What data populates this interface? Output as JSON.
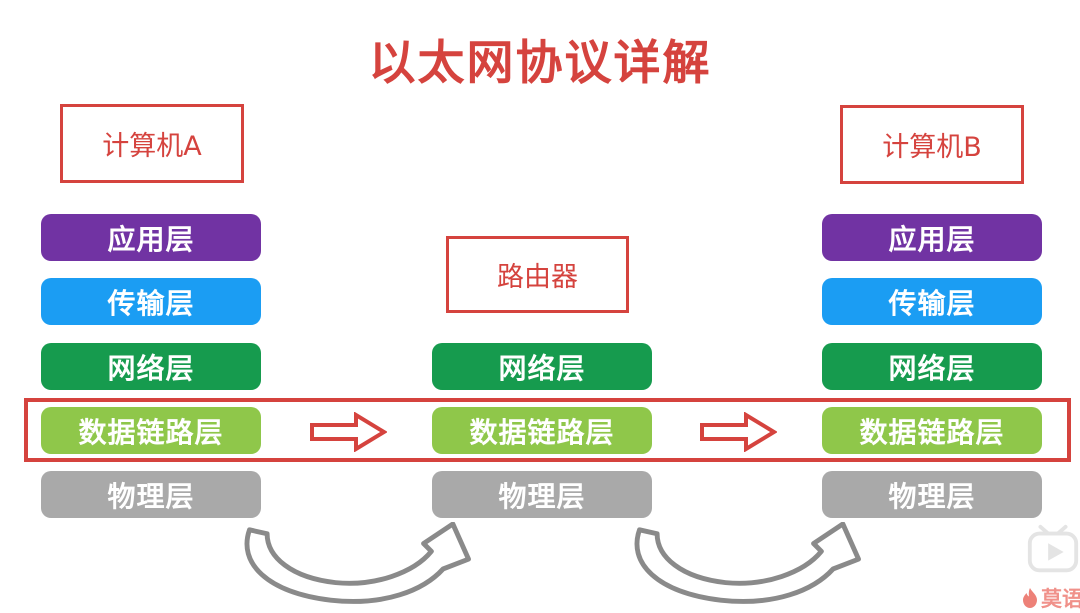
{
  "title": "以太网协议详解",
  "columns": [
    {
      "header": "计算机A",
      "layers": [
        "应用层",
        "传输层",
        "网络层",
        "数据链路层",
        "物理层"
      ]
    },
    {
      "header": "路由器",
      "layers": [
        "网络层",
        "数据链路层",
        "物理层"
      ]
    },
    {
      "header": "计算机B",
      "layers": [
        "应用层",
        "传输层",
        "网络层",
        "数据链路层",
        "物理层"
      ]
    }
  ],
  "watermark": {
    "text": "莫语"
  },
  "colors": {
    "accent_red": "#d5433e",
    "application_layer": "#7133a3",
    "transport_layer": "#1b9df3",
    "network_layer": "#169b4e",
    "datalink_layer": "#8fc74a",
    "physical_layer": "#a9a9a9",
    "curved_arrow_gray": "#8a8a8a",
    "bili_icon_gray": "#e4e4e4",
    "watermark_red": "#f0918a"
  }
}
